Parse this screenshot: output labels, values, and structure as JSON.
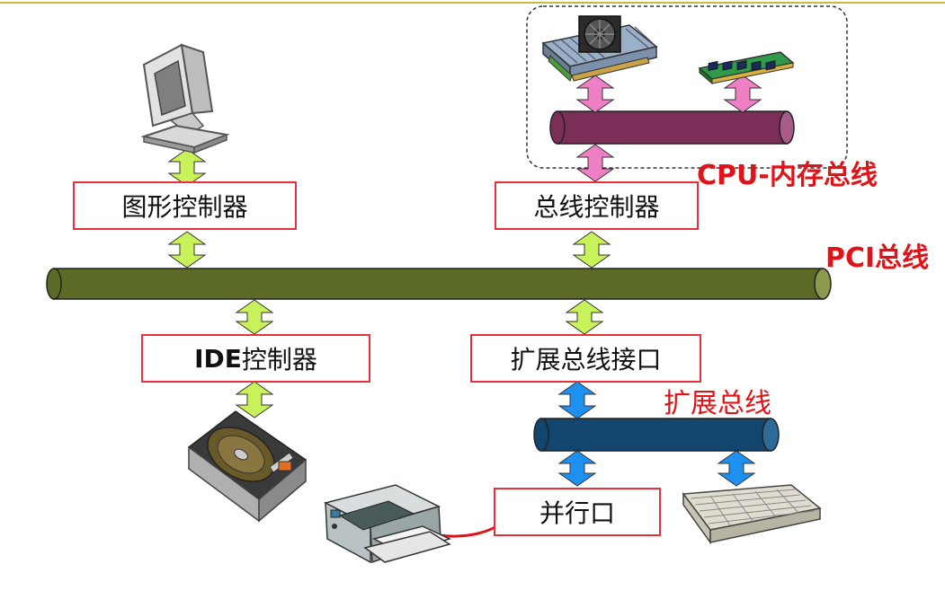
{
  "diagram": {
    "buses": {
      "cpu_memory": "CPU-内存总线",
      "pci": "PCI总线",
      "expansion": "扩展总线"
    },
    "boxes": {
      "graphics_controller": "图形控制器",
      "bus_controller": "总线控制器",
      "ide_controller_prefix": "IDE",
      "ide_controller_suffix": "控制器",
      "expansion_interface": "扩展总线接口",
      "parallel_port": "并行口"
    },
    "icons": [
      "monitor-icon",
      "cpu-icon",
      "memory-module-icon",
      "hard-disk-icon",
      "printer-icon",
      "keyboard-icon"
    ],
    "colors": {
      "box_border": "#e8303a",
      "label_red": "#e01418",
      "pci_bus": "#5b6b26",
      "cpu_bus": "#7a2e58",
      "expansion_bus": "#12466e",
      "arrow_green": "#c8f25a",
      "arrow_pink": "#ee7fc5",
      "arrow_blue": "#1e90f0"
    }
  }
}
